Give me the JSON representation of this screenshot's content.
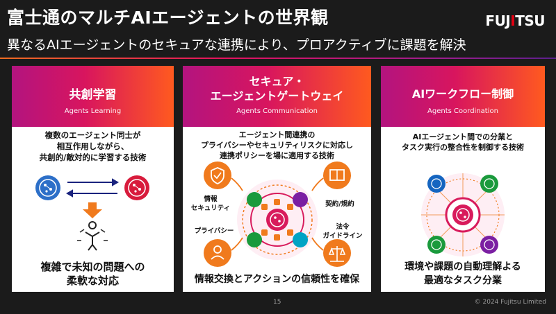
{
  "header": {
    "title": "富士通のマルチAIエージェントの世界観",
    "subtitle": "異なるAIエージェントのセキュアな連携により、プロアクティブに課題を解決",
    "logo": "FUJITSU"
  },
  "cards": [
    {
      "title": "共創学習",
      "subtitle": "Agents Learning",
      "description": "複数のエージェント同士が\n相互作用しながら、\n共創的/敵対的に学習する技術",
      "bottom": "複雑で未知の問題への\n柔軟な対応"
    },
    {
      "title": "セキュア・\nエージェントゲートウェイ",
      "subtitle": "Agents Communication",
      "description": "エージェント間連携の\nプライバシーやセキュリティリスクに対応し\n連携ポリシーを場に適用する技術",
      "bottom": "情報交換とアクションの信頼性を確保",
      "labels": {
        "security": "情報\nセキュリティ",
        "contract": "契約/規約",
        "privacy": "プライバシー",
        "law": "法令\nガイドライン"
      }
    },
    {
      "title": "AIワークフロー制御",
      "subtitle": "Agents Coordination",
      "description": "AIエージェント間での分業と\nタスク実行の整合性を制御する技術",
      "bottom": "環境や課題の自動理解よる\n最適なタスク分業"
    }
  ],
  "footer": {
    "page": "15",
    "copyright": "© 2024 Fujitsu Limited"
  },
  "colors": {
    "gradient_start": "#b3147f",
    "gradient_mid": "#d8155e",
    "gradient_end": "#ff5a1f",
    "orange": "#f07a1d",
    "green": "#1a9a3c",
    "blue": "#1565c0",
    "red": "#d81b3c",
    "purple": "#7b1fa2"
  }
}
